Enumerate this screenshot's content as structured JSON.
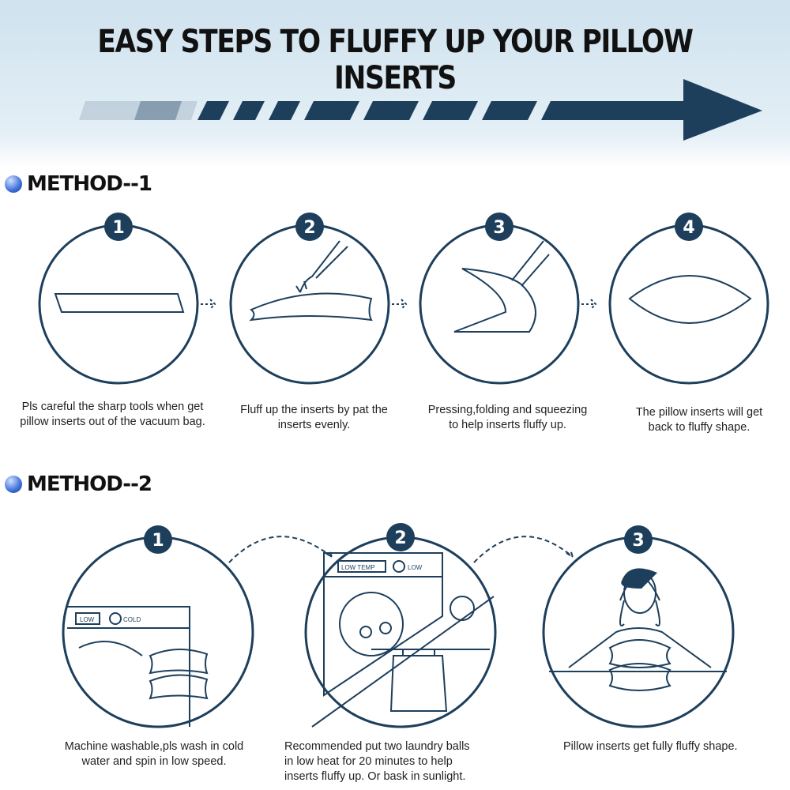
{
  "title": "EASY STEPS TO FLUFFY UP YOUR PILLOW INSERTS",
  "colors": {
    "navy": "#1d3f5c",
    "header_bg": "#d4e6f0",
    "bullet": "#3d6fd8"
  },
  "method1": {
    "label": "METHOD--1",
    "steps": [
      {
        "number": "1",
        "caption1": "Pls careful the sharp tools when get",
        "caption2": "pillow inserts out of the vacuum bag."
      },
      {
        "number": "2",
        "caption1": "Fluff up the inserts by pat the",
        "caption2": "inserts evenly."
      },
      {
        "number": "3",
        "caption1": "Pressing,folding and squeezing",
        "caption2": "to help inserts fluffy up."
      },
      {
        "number": "4",
        "caption1": "The pillow inserts will get",
        "caption2": "back to fluffy shape."
      }
    ]
  },
  "method2": {
    "label": "METHOD--2",
    "washer_labels": {
      "low": "LOW",
      "cold": "COLD",
      "low_temp": "LOW TEMP",
      "low2": "LOW"
    },
    "steps": [
      {
        "number": "1",
        "caption1": "Machine washable,pls wash in cold",
        "caption2": "water and spin in low speed."
      },
      {
        "number": "2",
        "caption1": "Recommended put two laundry balls",
        "caption2": "in low heat for 20 minutes to help",
        "caption3": "inserts fluffy up. Or bask in sunlight."
      },
      {
        "number": "3",
        "caption1": "Pillow inserts get fully fluffy shape."
      }
    ]
  }
}
